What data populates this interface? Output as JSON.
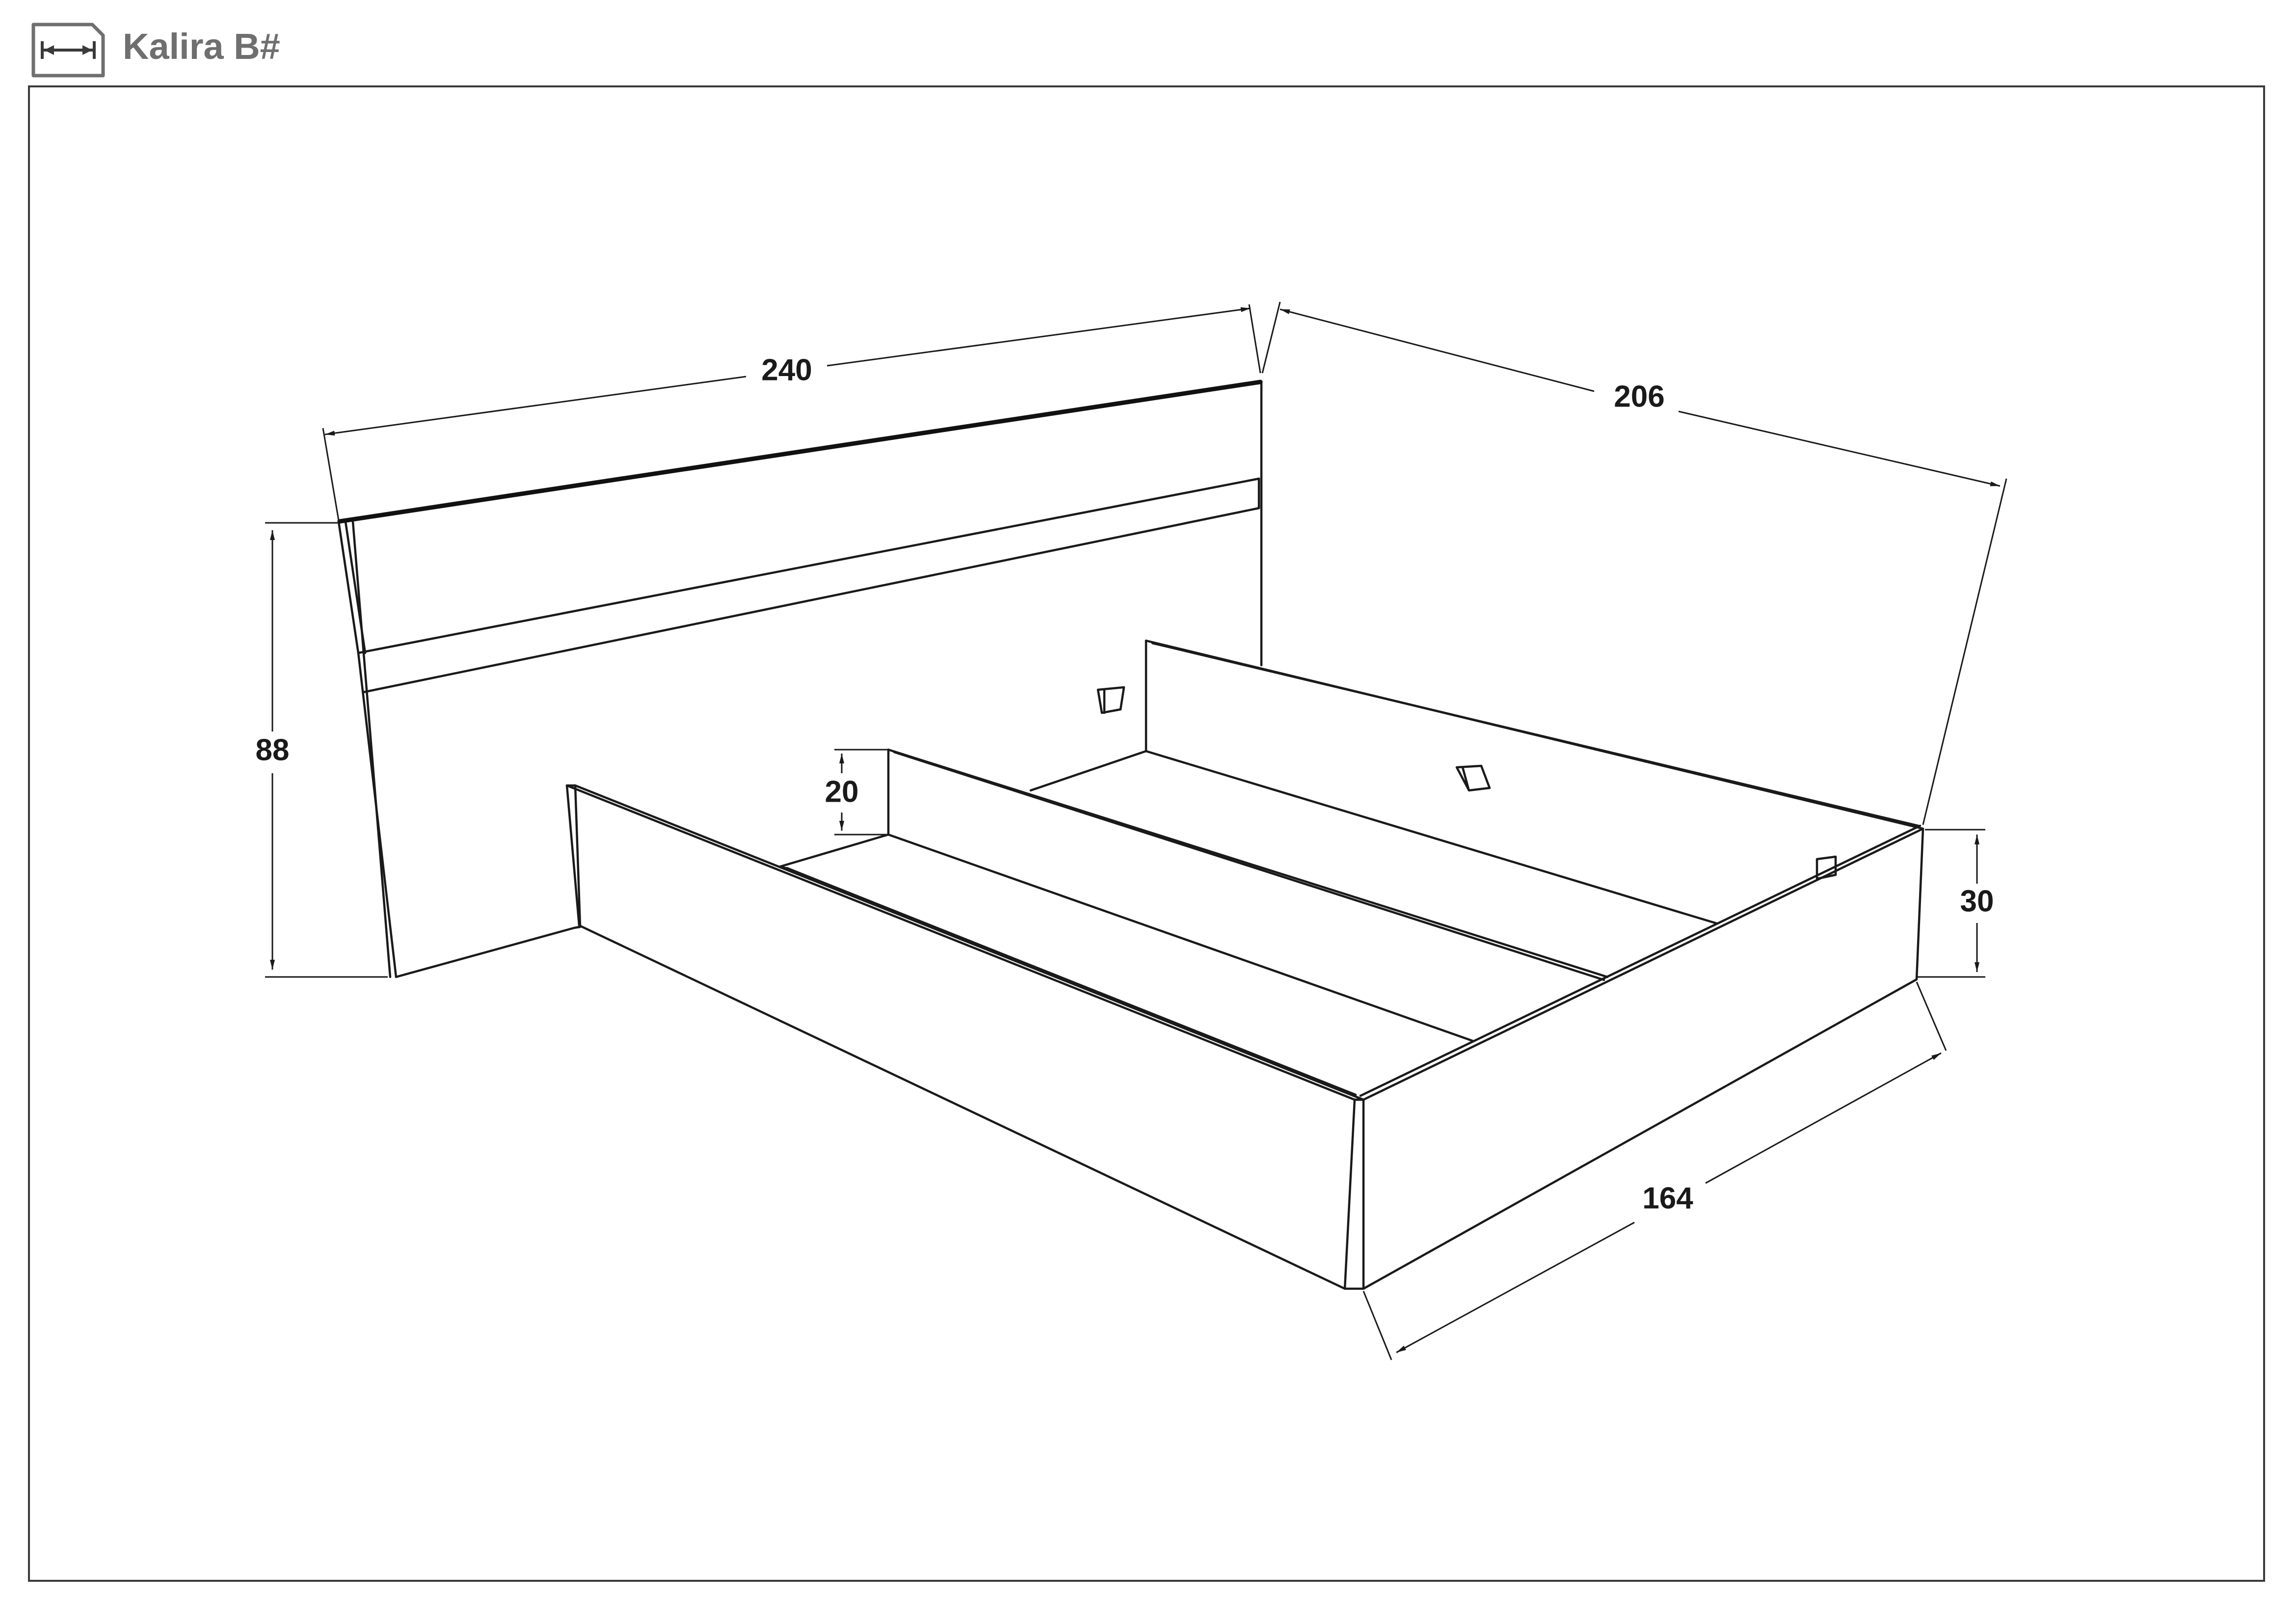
{
  "header": {
    "icon": "dimensions-icon",
    "title": "Kalira B#"
  },
  "dimensions": {
    "length": "240",
    "depth": "206",
    "headboard_height": "88",
    "frame_height": "30",
    "inner_depth": "20",
    "width": "164"
  }
}
